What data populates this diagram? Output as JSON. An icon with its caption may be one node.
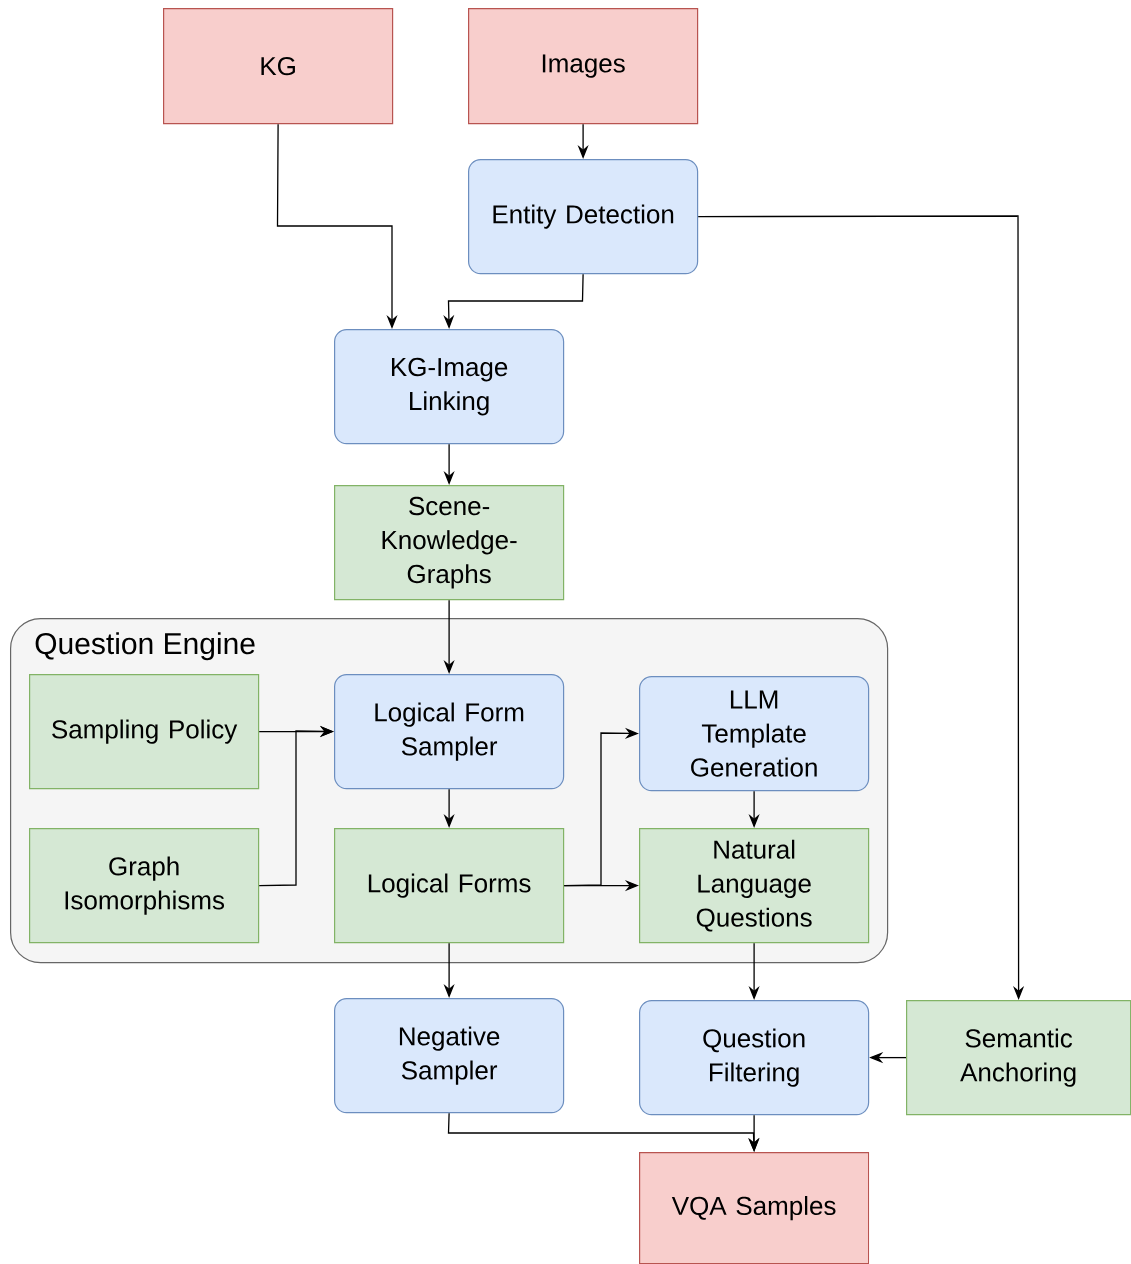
{
  "diagram": {
    "nodes": [
      {
        "text": [
          "KG"
        ]
      },
      {
        "text": [
          "Images"
        ]
      },
      {
        "text": [
          "Entity Detection"
        ]
      },
      {
        "text": [
          "KG-Image Linking"
        ]
      },
      {
        "text": [
          "Scene-Knowledge-Graphs"
        ]
      },
      {
        "text": [
          "Question Engine"
        ]
      },
      {
        "text": [
          "Sampling Policy"
        ],
        "in": 5
      },
      {
        "text": [
          "Logical Form Sampler"
        ],
        "in": 5
      },
      {
        "text": [
          "LLM Template Generation"
        ],
        "in": 5
      },
      {
        "text": [
          "Graph Isomorphisms"
        ],
        "in": 5
      },
      {
        "text": [
          "Logical Forms"
        ],
        "in": 5
      },
      {
        "text": [
          "Natural Language Questions"
        ],
        "in": 5
      },
      {
        "text": [
          "Negative Sampler"
        ]
      },
      {
        "text": [
          "Question Filtering"
        ]
      },
      {
        "text": [
          "Semantic Anchoring"
        ]
      },
      {
        "text": [
          "VQA Samples"
        ]
      }
    ],
    "edges": [
      {
        "from": 0,
        "to": 3,
        "arrow": "to"
      },
      {
        "from": 1,
        "to": 2,
        "arrow": "to"
      },
      {
        "from": 2,
        "to": 3,
        "arrow": "to"
      },
      {
        "from": 2,
        "to": 14,
        "arrow": "to"
      },
      {
        "from": 3,
        "to": 4,
        "arrow": "to"
      },
      {
        "from": 4,
        "to": 7,
        "arrow": "to"
      },
      {
        "from": 6,
        "to": 7,
        "arrow": "to"
      },
      {
        "from": 9,
        "to": 7,
        "arrow": "to"
      },
      {
        "from": 7,
        "to": 10,
        "arrow": "to"
      },
      {
        "from": 10,
        "to": 11,
        "arrow": "to"
      },
      {
        "from": 10,
        "to": 8,
        "arrow": "to"
      },
      {
        "from": 8,
        "to": 11,
        "arrow": "to"
      },
      {
        "from": 10,
        "to": 12,
        "arrow": "to"
      },
      {
        "from": 11,
        "to": 13,
        "arrow": "to"
      },
      {
        "from": 14,
        "to": 13,
        "arrow": "to"
      },
      {
        "from": 12,
        "to": 15,
        "arrow": "to"
      },
      {
        "from": 13,
        "to": 15,
        "arrow": "to"
      }
    ]
  }
}
